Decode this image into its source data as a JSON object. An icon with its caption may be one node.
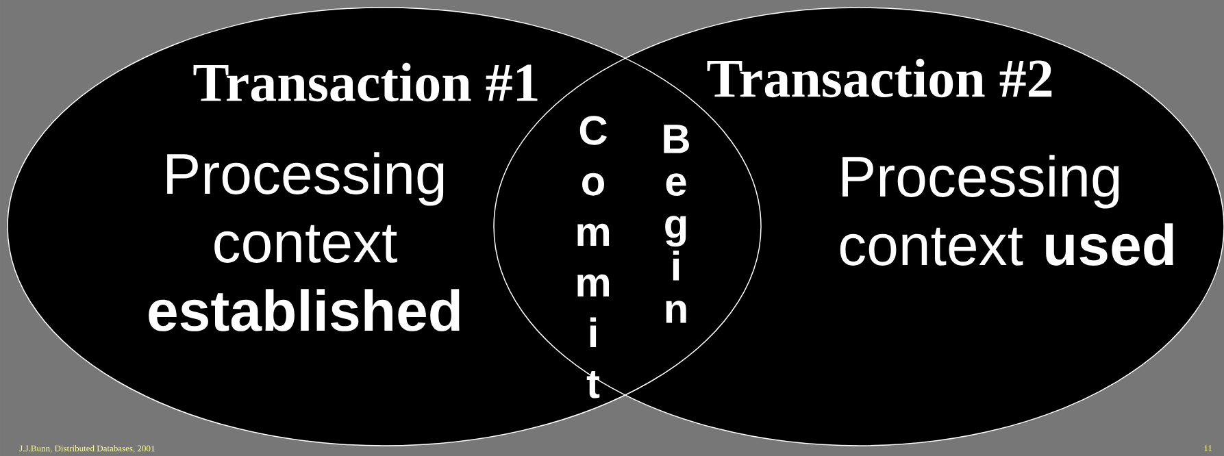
{
  "diagram": {
    "nodes": [
      {
        "text": [
          "Transaction #1",
          "Processing context **established**"
        ]
      },
      {
        "text": [
          "Transaction #2",
          "Processing context **used**"
        ]
      }
    ],
    "labels": [
      "Commit",
      "Begin",
      "J.J.Bunn, Distributed Databases, 2001",
      "11"
    ]
  }
}
